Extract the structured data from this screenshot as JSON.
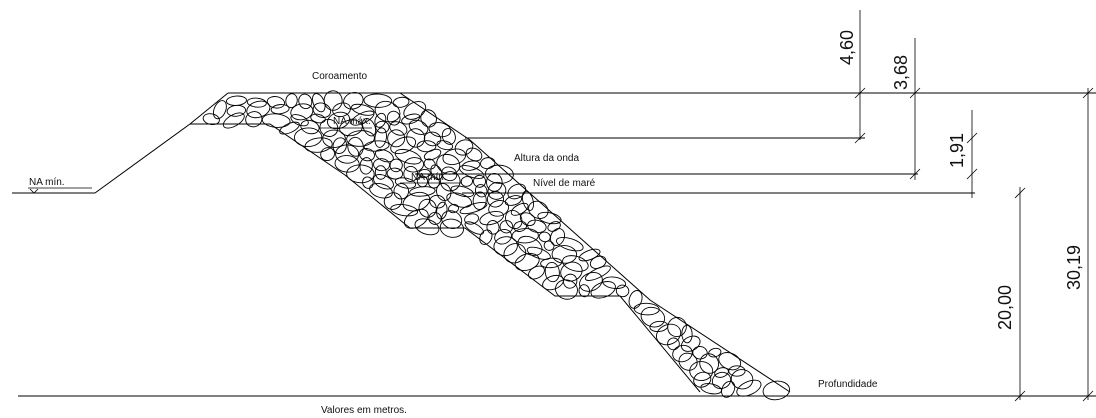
{
  "labels": {
    "coroamento": "Coroamento",
    "na_max": "NA máx.",
    "na_min_left": "NA mín.",
    "na_min_right": "NA mín.",
    "altura_onda": "Altura da onda",
    "nivel_mare": "Nível de maré",
    "profundidade": "Profundidade",
    "units_note": "Valores em metros."
  },
  "dimensions": {
    "d1": "4,60",
    "d2": "3,68",
    "d3": "1,91",
    "depth": "20,00",
    "total": "30,19"
  },
  "colors": {
    "line": "#000000",
    "background": "#ffffff"
  }
}
